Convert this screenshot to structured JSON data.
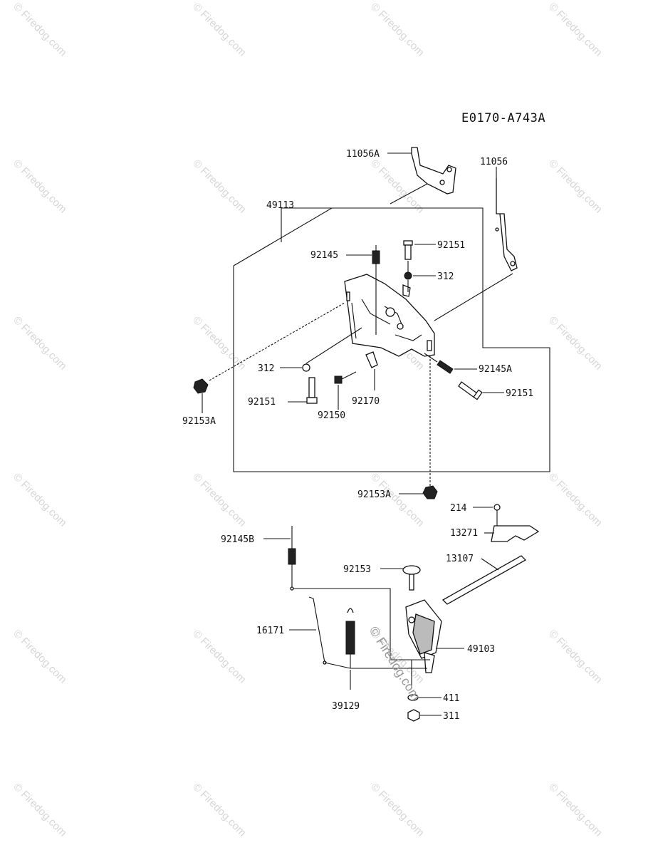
{
  "diagram_code": "E0170-A743A",
  "watermark": "© Firedog.com",
  "watermark_center": "© Firedog.com",
  "colors": {
    "ink": "#111111",
    "watermark": "#d6d6d6",
    "background": "#ffffff"
  },
  "labels": {
    "p11056A": "11056A",
    "p11056": "11056",
    "p49113": "49113",
    "p92145": "92145",
    "p92151_top": "92151",
    "p312_top": "312",
    "p312_left": "312",
    "p92145A": "92145A",
    "p92151_right": "92151",
    "p92151_left": "92151",
    "p92170": "92170",
    "p92150": "92150",
    "p92153A_left": "92153A",
    "p92153A_bottom": "92153A",
    "p214": "214",
    "p13271": "13271",
    "p92145B": "92145B",
    "p13107": "13107",
    "p92153": "92153",
    "p16171": "16171",
    "p49103": "49103",
    "p411": "411",
    "p311": "311",
    "p39129": "39129"
  }
}
